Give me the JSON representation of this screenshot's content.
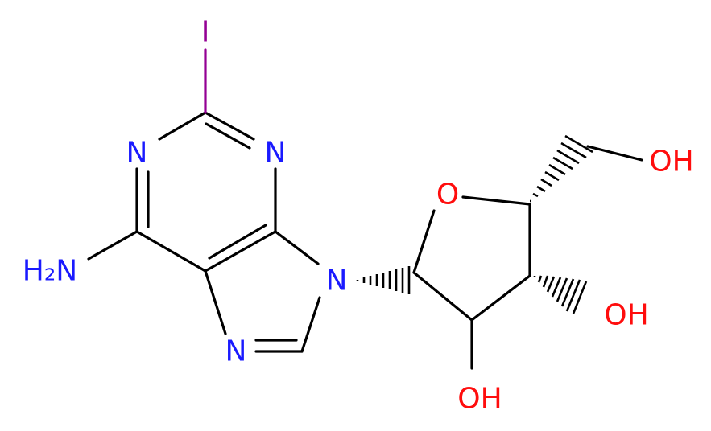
{
  "atoms": {
    "iodine": "I",
    "n1": "N",
    "n3": "N",
    "n7": "N",
    "n9": "N",
    "ring_o": "O",
    "amine": "H₂N",
    "oh_5": "OH",
    "oh_3": "OH",
    "oh_2": "OH"
  },
  "colors": {
    "carbon_bond": "#000000",
    "nitrogen": "#1a1aff",
    "oxygen": "#ff0d0d",
    "iodine": "#940094"
  }
}
